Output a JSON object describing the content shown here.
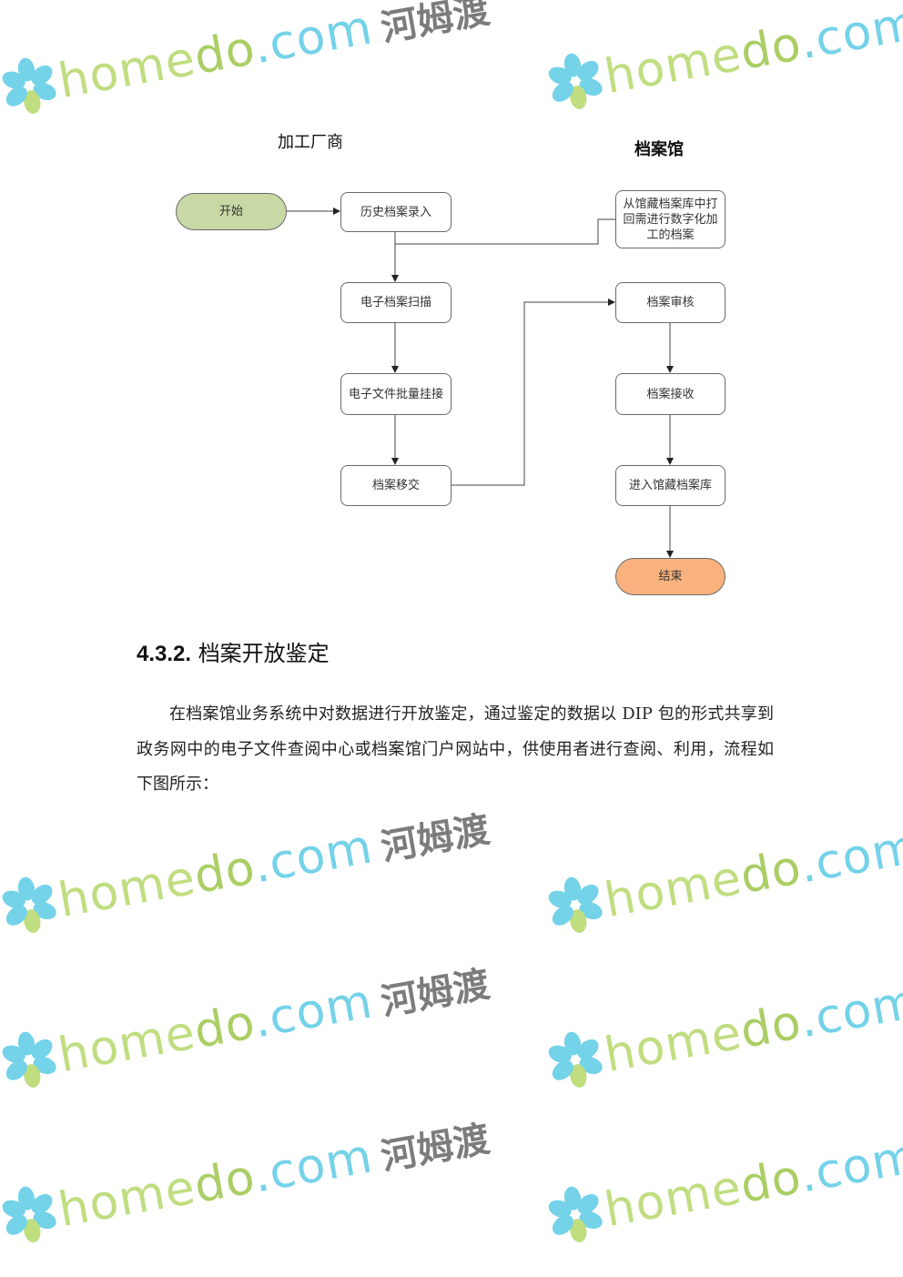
{
  "flowchart": {
    "lanes": {
      "vendor": "加工厂商",
      "archive": "档案馆"
    },
    "nodes": {
      "start": "开始",
      "history_entry": "历史档案录入",
      "retrieve": "从馆藏档案库中打回需进行数字化加工的档案",
      "scan": "电子档案扫描",
      "batch_link": "电子文件批量挂接",
      "transfer": "档案移交",
      "review": "档案审核",
      "receive": "档案接收",
      "store": "进入馆藏档案库",
      "end": "结束"
    },
    "colors": {
      "start": "#c9d9a6",
      "end": "#f9b27d"
    }
  },
  "section": {
    "number": "4.3.2.",
    "title": "档案开放鉴定",
    "paragraph": "在档案馆业务系统中对数据进行开放鉴定，通过鉴定的数据以 DIP 包的形式共享到政务网中的电子文件查阅中心或档案馆门户网站中，供使用者进行查阅、利用，流程如下图所示："
  },
  "watermark": {
    "part1": "home",
    "part2": "do",
    "part3": ".com",
    "cn": "河姆渡"
  }
}
